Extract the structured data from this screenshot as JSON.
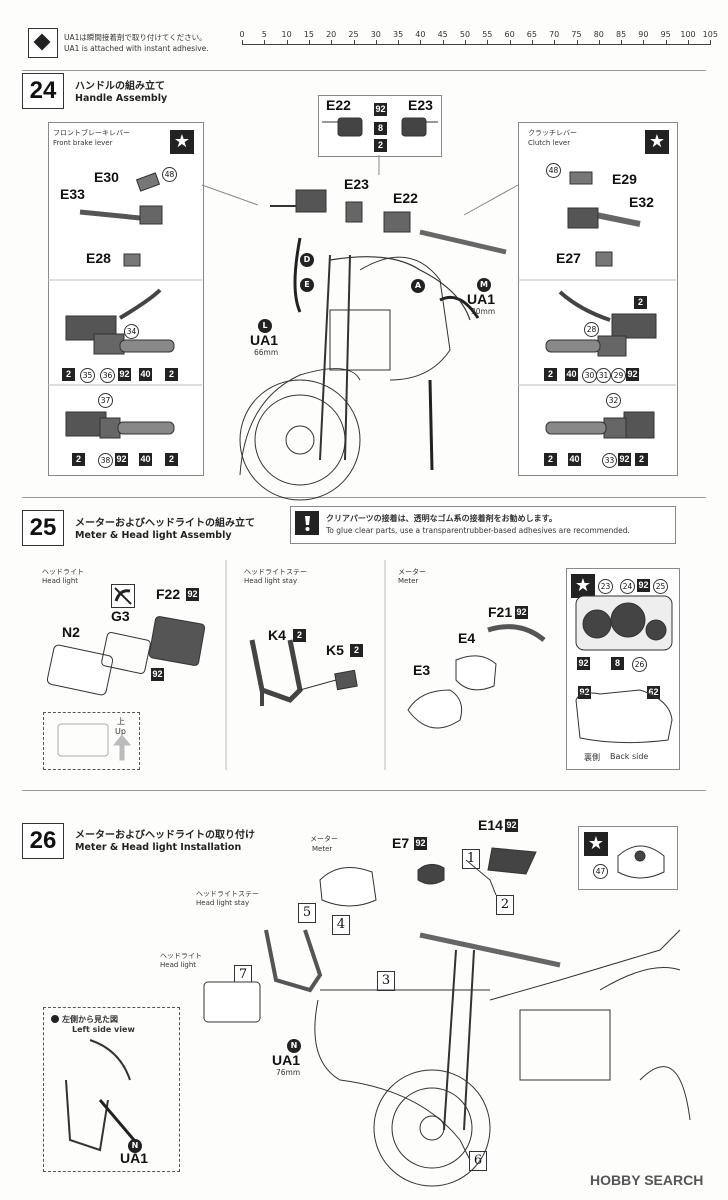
{
  "ruler": {
    "note_jp": "UA1は瞬間接着剤で取り付けてください。",
    "note_en": "UA1 is attached with instant adhesive.",
    "ticks": [
      "0",
      "5",
      "10",
      "15",
      "20",
      "25",
      "30",
      "35",
      "40",
      "45",
      "50",
      "55",
      "60",
      "65",
      "70",
      "75",
      "80",
      "85",
      "90",
      "95",
      "100",
      "105"
    ]
  },
  "step24": {
    "number": "24",
    "title_jp": "ハンドルの組み立て",
    "title_en": "Handle Assembly",
    "front_brake_jp": "フロントブレーキレバー",
    "front_brake_en": "Front brake lever",
    "clutch_jp": "クラッチレバー",
    "clutch_en": "Clutch lever",
    "parts": {
      "e22_top": "E22",
      "e23_top": "E23",
      "n92_top": "92",
      "n8_top": "8",
      "n2_top": "2",
      "e30": "E30",
      "n48_left": "48",
      "e33": "E33",
      "e28": "E28",
      "e23_mid": "E23",
      "e22_mid": "E22",
      "n48_right": "48",
      "e29": "E29",
      "e32": "E32",
      "e27": "E27",
      "D": "D",
      "E": "E",
      "A": "A",
      "L": "L",
      "M": "M",
      "ua1_left": "UA1",
      "ua1_left_len": "66mm",
      "ua1_right": "UA1",
      "ua1_right_len": "30mm",
      "lp1_34": "34",
      "lp1_2a": "2",
      "lp1_35": "35",
      "lp1_36": "36",
      "lp1_92": "92",
      "lp1_40": "40",
      "lp1_2b": "2",
      "lp2_37": "37",
      "lp2_2a": "2",
      "lp2_38": "38",
      "lp2_92": "92",
      "lp2_40": "40",
      "lp2_2b": "2",
      "rp1_2top": "2",
      "rp1_28": "28",
      "rp1_2": "2",
      "rp1_40": "40",
      "rp1_30": "30",
      "rp1_31": "31",
      "rp1_29": "29",
      "rp1_92": "92",
      "rp2_32": "32",
      "rp2_2a": "2",
      "rp2_40": "40",
      "rp2_33": "33",
      "rp2_92": "92",
      "rp2_2b": "2"
    }
  },
  "step25": {
    "number": "25",
    "title_jp": "メーターおよびヘッドライトの組み立て",
    "title_en": "Meter & Head light Assembly",
    "tip_jp": "クリアパーツの接着は、透明なゴム系の接着剤をお勧めします。",
    "tip_en": "To glue clear parts, use a transparentrubber-based adhesives are recommended.",
    "headlight_jp": "ヘッドライト",
    "headlight_en": "Head light",
    "stay_jp": "ヘッドライトステー",
    "stay_en": "Head light stay",
    "meter_jp": "メーター",
    "meter_en": "Meter",
    "parts": {
      "f22": "F22",
      "f22_n": "92",
      "g3": "G3",
      "n2": "N2",
      "n92": "92",
      "up_jp": "上",
      "up_en": "Up",
      "k4": "K4",
      "k4_n": "2",
      "k5": "K5",
      "k5_n": "2",
      "f21": "F21",
      "f21_n": "92",
      "e4": "E4",
      "e3": "E3",
      "m23": "23",
      "m24": "24",
      "m92a": "92",
      "m25": "25",
      "m92b": "92",
      "m8": "8",
      "m26": "26",
      "b92": "92",
      "b62": "62",
      "back_jp": "裏側",
      "back_en": "Back side"
    }
  },
  "step26": {
    "number": "26",
    "title_jp": "メーターおよびヘッドライトの取り付け",
    "title_en": "Meter & Head light Installation",
    "meter_jp": "メーター",
    "meter_en": "Meter",
    "stay_jp": "ヘッドライトステー",
    "stay_en": "Head light stay",
    "headlight_jp": "ヘッドライト",
    "headlight_en": "Head light",
    "side_jp": "左側から見た図",
    "side_en": "Left side view",
    "parts": {
      "e7": "E7",
      "e7_n": "92",
      "e14": "E14",
      "e14_n": "92",
      "s1": "1",
      "s2": "2",
      "s3": "3",
      "s4": "4",
      "s5": "5",
      "s6": "6",
      "s7": "7",
      "N": "N",
      "ua1": "UA1",
      "ua1_len": "76mm",
      "N2": "N",
      "ua1_side": "UA1",
      "n47": "47"
    }
  },
  "watermark": "HOBBY SEARCH"
}
